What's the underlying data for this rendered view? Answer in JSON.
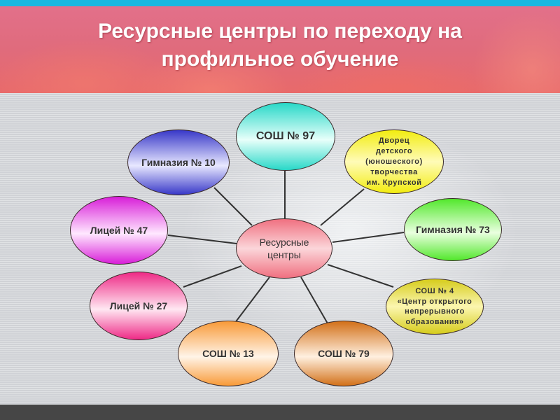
{
  "slide": {
    "title_line1": "Ресурсные центры по переходу на",
    "title_line2": "профильное обучение",
    "colors": {
      "top_bar": "#19b8e0",
      "header": "#e06b7c",
      "footer": "#464646",
      "connector": "#333333"
    }
  },
  "diagram": {
    "center": {
      "line1": "Ресурсные",
      "line2": "центры",
      "color": "#f07080"
    },
    "nodes": [
      {
        "id": "sosh97",
        "lines": [
          "СОШ № 97"
        ],
        "color": "#28d8c8"
      },
      {
        "id": "dvorec",
        "lines": [
          "Дворец",
          "детского",
          "(юношеского)",
          "творчества",
          "им. Крупской"
        ],
        "color": "#f2ec10"
      },
      {
        "id": "gimn73",
        "lines": [
          "Гимназия № 73"
        ],
        "color": "#52e82c"
      },
      {
        "id": "sosh4",
        "lines": [
          "СОШ № 4",
          "«Центр открытого",
          "непрерывного",
          "образования»"
        ],
        "color": "#d6cc1c"
      },
      {
        "id": "sosh79",
        "lines": [
          "СОШ № 79"
        ],
        "color": "#d27018"
      },
      {
        "id": "sosh13",
        "lines": [
          "СОШ № 13"
        ],
        "color": "#f89a38"
      },
      {
        "id": "lic27",
        "lines": [
          "Лицей № 27"
        ],
        "color": "#ee2a86"
      },
      {
        "id": "lic47",
        "lines": [
          "Лицей № 47"
        ],
        "color": "#d81ed8"
      },
      {
        "id": "gimn10",
        "lines": [
          "Гимназия № 10"
        ],
        "color": "#3838c8"
      }
    ]
  }
}
